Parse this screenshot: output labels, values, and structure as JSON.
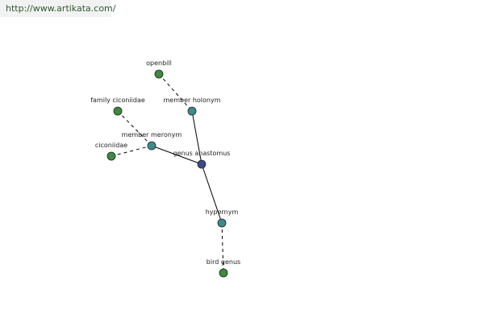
{
  "source": {
    "url": "http://www.artikata.com/"
  },
  "colors": {
    "leaf": "#3e8a3e",
    "relation": "#3e8b8b",
    "center": "#3b4a8c"
  },
  "graph": {
    "nodes": [
      {
        "id": "openbill",
        "label": "openbill",
        "kind": "leaf"
      },
      {
        "id": "member-holonym",
        "label": "member holonym",
        "kind": "relation"
      },
      {
        "id": "family-ciconiidae",
        "label": "family ciconiidae",
        "kind": "leaf"
      },
      {
        "id": "member-meronym",
        "label": "member meronym",
        "kind": "relation"
      },
      {
        "id": "ciconiidae",
        "label": "ciconiidae",
        "kind": "leaf"
      },
      {
        "id": "genus-anastomus",
        "label": "genus anastomus",
        "kind": "center"
      },
      {
        "id": "hypernym",
        "label": "hypernym",
        "kind": "relation"
      },
      {
        "id": "bird-genus",
        "label": "bird genus",
        "kind": "leaf"
      }
    ],
    "edges": [
      {
        "from": "openbill",
        "to": "member-holonym",
        "style": "dashed"
      },
      {
        "from": "member-holonym",
        "to": "genus-anastomus",
        "style": "solid"
      },
      {
        "from": "family-ciconiidae",
        "to": "member-meronym",
        "style": "dashed"
      },
      {
        "from": "ciconiidae",
        "to": "member-meronym",
        "style": "dashed"
      },
      {
        "from": "member-meronym",
        "to": "genus-anastomus",
        "style": "solid"
      },
      {
        "from": "genus-anastomus",
        "to": "hypernym",
        "style": "solid"
      },
      {
        "from": "hypernym",
        "to": "bird-genus",
        "style": "dashed"
      }
    ]
  }
}
